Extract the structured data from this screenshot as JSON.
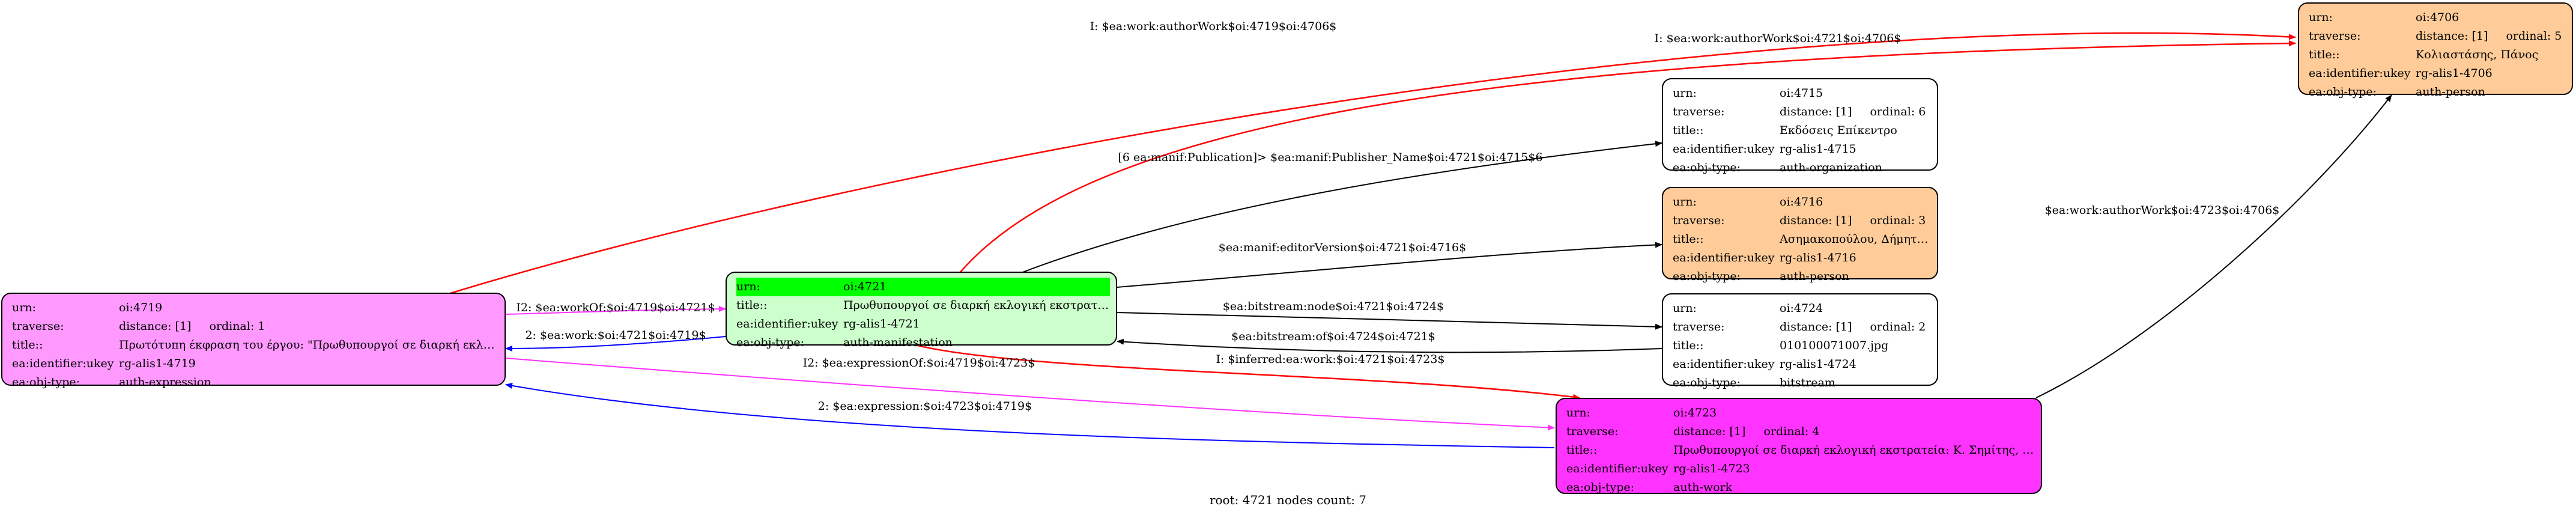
{
  "colors": {
    "expression": "#ff99ff",
    "manifestation": "#ccffcc",
    "person": "#ffcc99",
    "work": "#ff33ff",
    "plain": "#ffffff",
    "highlight": "#00ff00",
    "edge_red": "#ff0000",
    "edge_blue": "#0000ff",
    "edge_magenta": "#ff33ff",
    "edge_black": "#000000"
  },
  "keys": {
    "urn": "urn:",
    "traverse": "traverse:",
    "title": "title::",
    "ukey": "ea:identifier:ukey",
    "objtype": "ea:obj-type:"
  },
  "nodes": {
    "n4719": {
      "urn": "oi:4719",
      "distance": "distance: [1]",
      "ordinal": "ordinal: 1",
      "title": "Πρωτότυπη έκφραση του έργου: \"Πρωθυπουργοί σε διαρκή εκλογική εκστρατεία\"",
      "ukey": "rg-alis1-4719",
      "objtype": "auth-expression"
    },
    "n4721": {
      "urn": "oi:4721",
      "title": "Πρωθυπουργοί σε διαρκή εκλογική εκστρατεία",
      "ukey": "rg-alis1-4721",
      "objtype": "auth-manifestation"
    },
    "n4706": {
      "urn": "oi:4706",
      "distance": "distance: [1]",
      "ordinal": "ordinal: 5",
      "title": "Κολιαστάσης, Πάνος",
      "ukey": "rg-alis1-4706",
      "objtype": "auth-person"
    },
    "n4715": {
      "urn": "oi:4715",
      "distance": "distance: [1]",
      "ordinal": "ordinal: 6",
      "title": "Εκδόσεις Επίκεντρο",
      "ukey": "rg-alis1-4715",
      "objtype": "auth-organization"
    },
    "n4716": {
      "urn": "oi:4716",
      "distance": "distance: [1]",
      "ordinal": "ordinal: 3",
      "title": "Ασημακοπούλου, Δήμητρα",
      "ukey": "rg-alis1-4716",
      "objtype": "auth-person"
    },
    "n4724": {
      "urn": "oi:4724",
      "distance": "distance: [1]",
      "ordinal": "ordinal: 2",
      "title": "010100071007.jpg",
      "ukey": "rg-alis1-4724",
      "objtype": "bitstream"
    },
    "n4723": {
      "urn": "oi:4723",
      "distance": "distance: [1]",
      "ordinal": "ordinal: 4",
      "title": "Πρωθυπουργοί σε διαρκή εκλογική εκστρατεία: Κ. Σημίτης, Κ. Καραμανλής",
      "ukey": "rg-alis1-4723",
      "objtype": "auth-work"
    }
  },
  "edges": [
    {
      "id": "e1",
      "color": "edge_red",
      "label": "I: $ea:work:authorWork$oi:4719$oi:4706$"
    },
    {
      "id": "e2",
      "color": "edge_red",
      "label": "I: $ea:work:authorWork$oi:4721$oi:4706$"
    },
    {
      "id": "e3",
      "color": "edge_black",
      "label": "[6 ea:manif:Publication]> $ea:manif:Publisher_Name$oi:4721$oi:4715$6"
    },
    {
      "id": "e4",
      "color": "edge_black",
      "label": "$ea:manif:editorVersion$oi:4721$oi:4716$"
    },
    {
      "id": "e5",
      "color": "edge_black",
      "label": "$ea:bitstream:node$oi:4721$oi:4724$"
    },
    {
      "id": "e6",
      "color": "edge_black",
      "label": "$ea:bitstream:of$oi:4724$oi:4721$"
    },
    {
      "id": "e7",
      "color": "edge_red",
      "label": "I: $inferred:ea:work:$oi:4721$oi:4723$"
    },
    {
      "id": "e8",
      "color": "edge_black",
      "label": "$ea:work:authorWork$oi:4723$oi:4706$"
    },
    {
      "id": "e9",
      "color": "edge_magenta",
      "label": "I2: $ea:workOf:$oi:4719$oi:4721$"
    },
    {
      "id": "e10",
      "color": "edge_blue",
      "label": "2: $ea:work:$oi:4721$oi:4719$"
    },
    {
      "id": "e11",
      "color": "edge_magenta",
      "label": "I2: $ea:expressionOf:$oi:4719$oi:4723$"
    },
    {
      "id": "e12",
      "color": "edge_blue",
      "label": "2: $ea:expression:$oi:4723$oi:4719$"
    }
  ],
  "footer": "root: 4721 nodes count: 7"
}
